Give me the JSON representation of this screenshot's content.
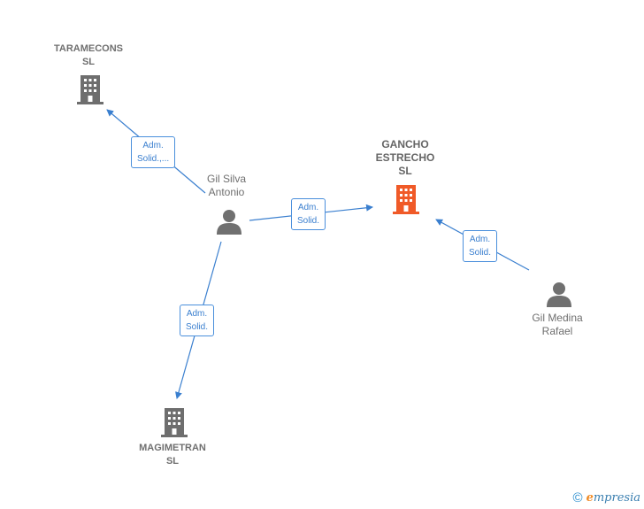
{
  "nodes": {
    "taramecons": {
      "label": "TARAMECONS\nSL",
      "type": "company"
    },
    "gancho": {
      "label": "GANCHO\nESTRECHO\nSL",
      "type": "company-focus"
    },
    "magimetran": {
      "label": "MAGIMETRAN\nSL",
      "type": "company"
    },
    "gil_silva": {
      "label": "Gil Silva\nAntonio",
      "type": "person"
    },
    "gil_medina": {
      "label": "Gil Medina\nRafael",
      "type": "person"
    }
  },
  "edges": [
    {
      "from": "gil_silva",
      "to": "taramecons",
      "label": "Adm.\nSolid.,..."
    },
    {
      "from": "gil_silva",
      "to": "gancho",
      "label": "Adm.\nSolid."
    },
    {
      "from": "gil_silva",
      "to": "magimetran",
      "label": "Adm.\nSolid."
    },
    {
      "from": "gil_medina",
      "to": "gancho",
      "label": "Adm.\nSolid."
    }
  ],
  "colors": {
    "edge": "#3a7fcf",
    "company_icon": "#6e6e6e",
    "focus_icon": "#f05a28",
    "person_icon": "#707070"
  },
  "footer": {
    "copyright": "©",
    "brand_first": "e",
    "brand_rest": "mpresia"
  }
}
